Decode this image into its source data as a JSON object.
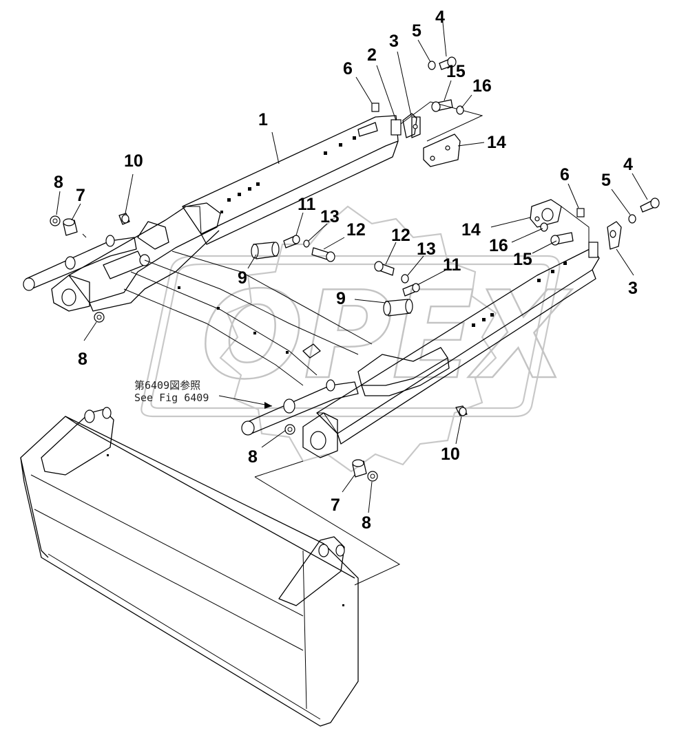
{
  "watermark": {
    "text": "OPEX"
  },
  "reference_note": {
    "line1": "第6409図参照",
    "line2": "See Fig 6409"
  },
  "callouts": [
    {
      "id": "c1",
      "text": "1"
    },
    {
      "id": "c2",
      "text": "2"
    },
    {
      "id": "c3a",
      "text": "3"
    },
    {
      "id": "c3b",
      "text": "3"
    },
    {
      "id": "c4a",
      "text": "4"
    },
    {
      "id": "c4b",
      "text": "4"
    },
    {
      "id": "c5a",
      "text": "5"
    },
    {
      "id": "c5b",
      "text": "5"
    },
    {
      "id": "c6a",
      "text": "6"
    },
    {
      "id": "c6b",
      "text": "6"
    },
    {
      "id": "c7a",
      "text": "7"
    },
    {
      "id": "c7b",
      "text": "7"
    },
    {
      "id": "c8a",
      "text": "8"
    },
    {
      "id": "c8b",
      "text": "8"
    },
    {
      "id": "c8c",
      "text": "8"
    },
    {
      "id": "c8d",
      "text": "8"
    },
    {
      "id": "c9a",
      "text": "9"
    },
    {
      "id": "c9b",
      "text": "9"
    },
    {
      "id": "c10a",
      "text": "10"
    },
    {
      "id": "c10b",
      "text": "10"
    },
    {
      "id": "c11a",
      "text": "11"
    },
    {
      "id": "c11b",
      "text": "11"
    },
    {
      "id": "c12a",
      "text": "12"
    },
    {
      "id": "c12b",
      "text": "12"
    },
    {
      "id": "c13a",
      "text": "13"
    },
    {
      "id": "c13b",
      "text": "13"
    },
    {
      "id": "c14a",
      "text": "14"
    },
    {
      "id": "c14b",
      "text": "14"
    },
    {
      "id": "c15a",
      "text": "15"
    },
    {
      "id": "c15b",
      "text": "15"
    },
    {
      "id": "c16a",
      "text": "16"
    },
    {
      "id": "c16b",
      "text": "16"
    }
  ]
}
